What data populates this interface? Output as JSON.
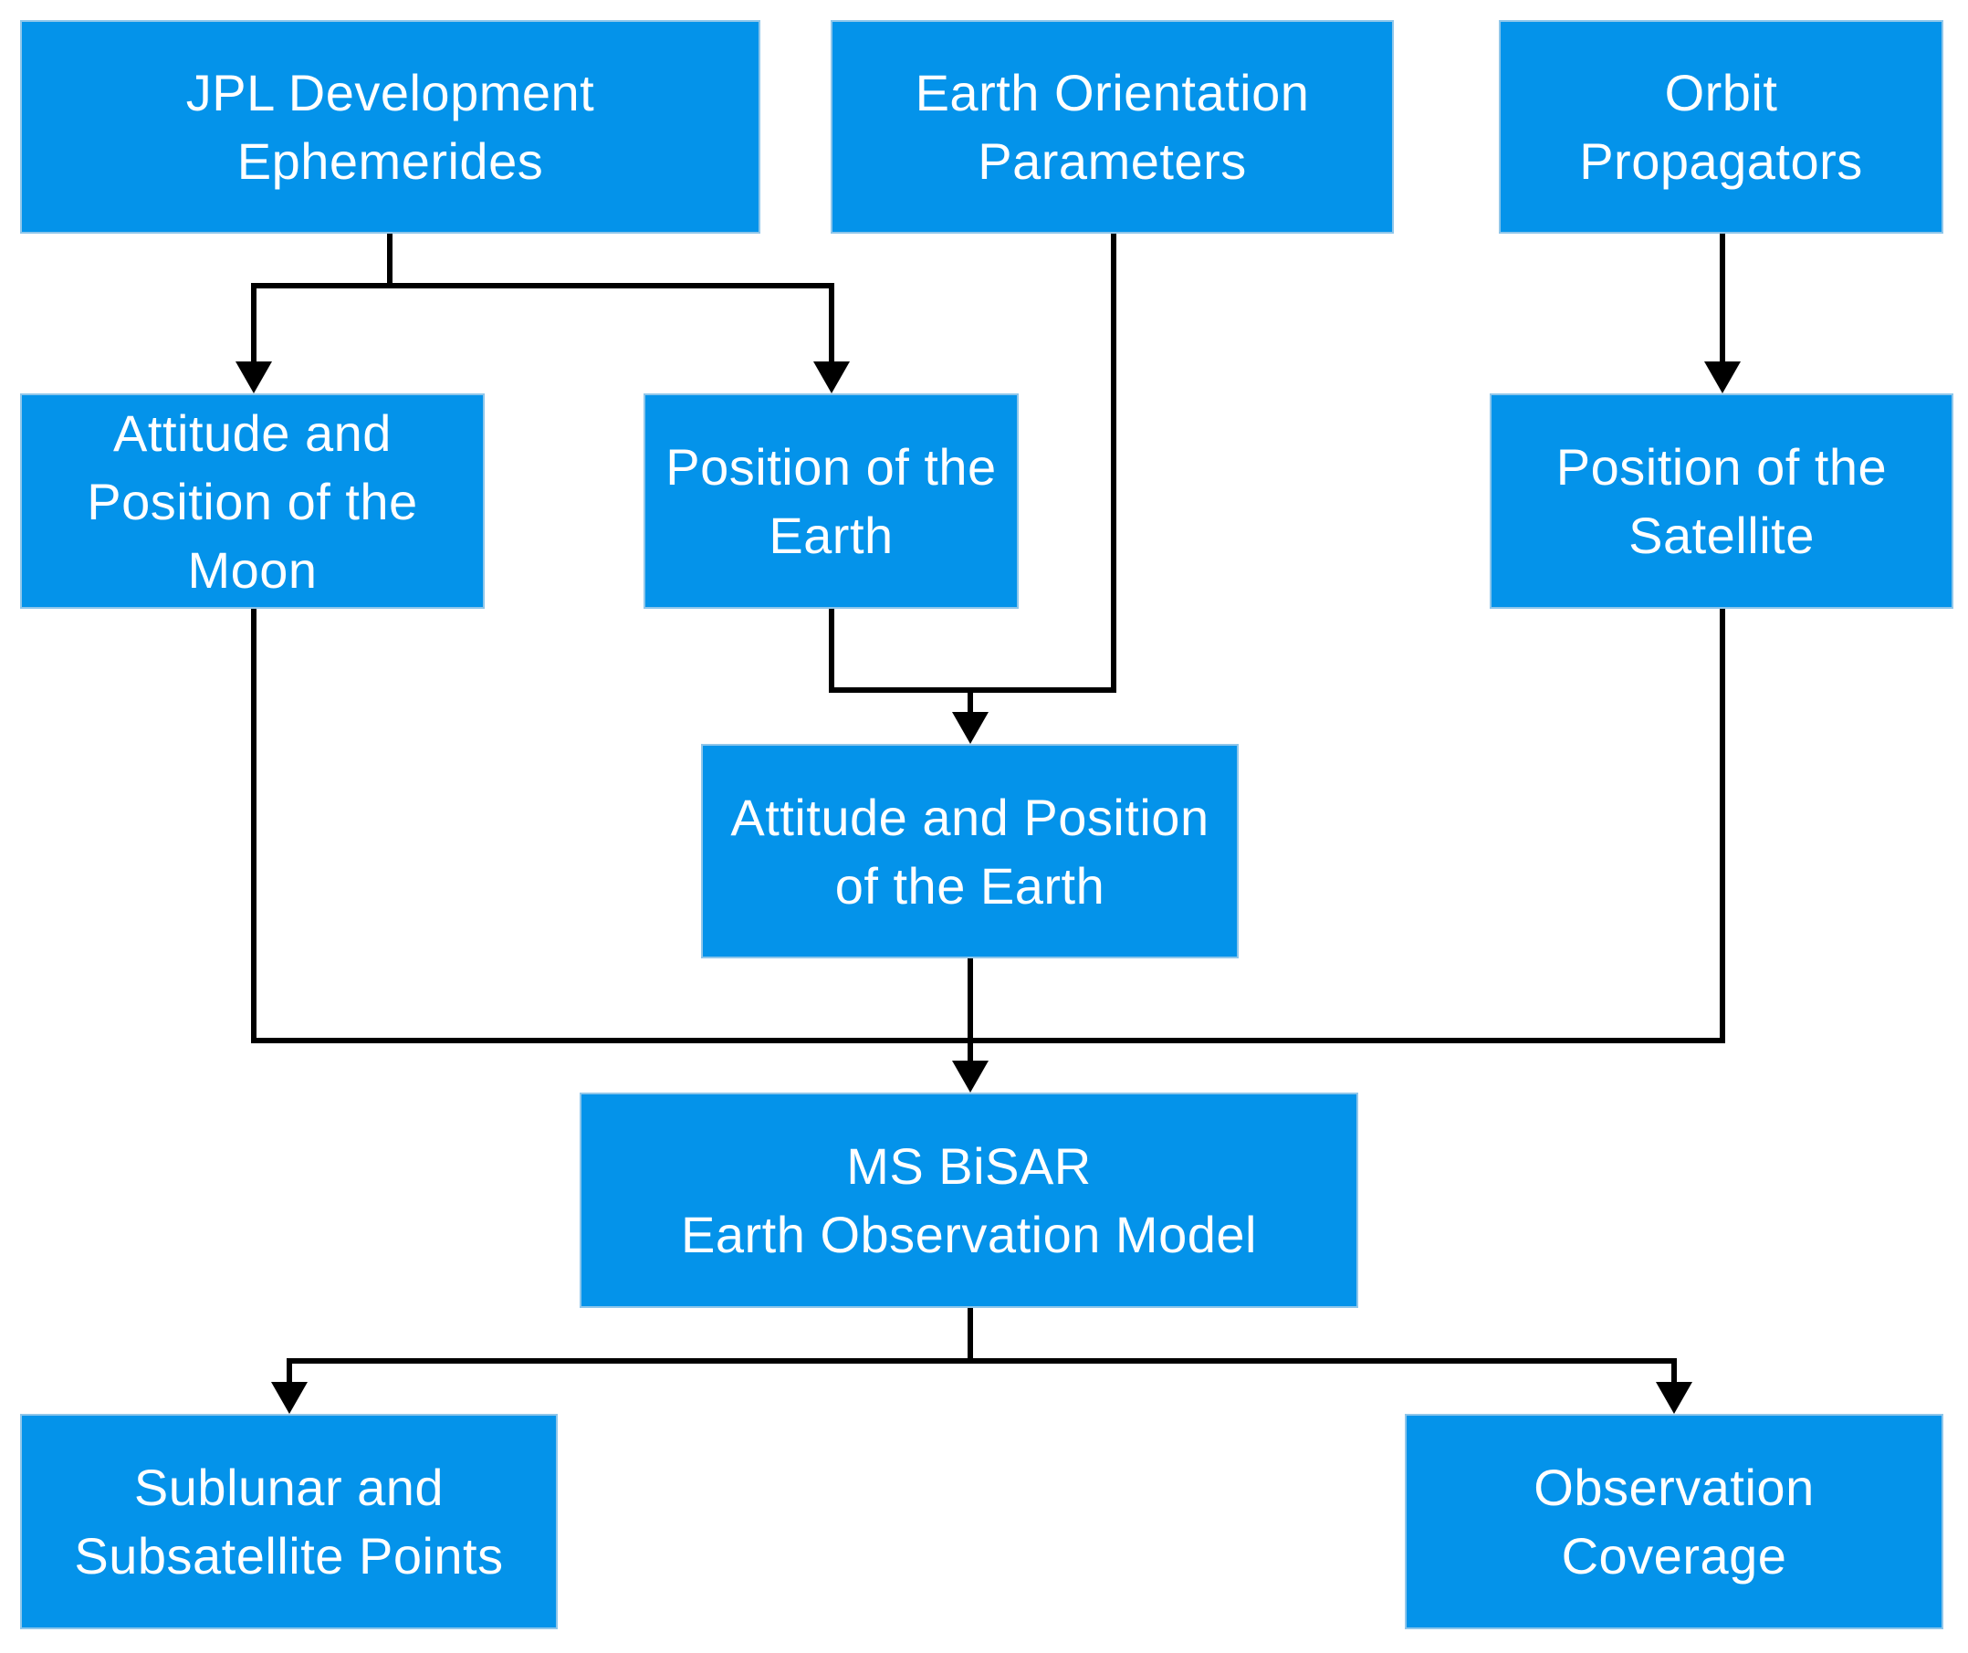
{
  "nodes": {
    "jpl": {
      "lines": [
        "JPL Development",
        "Ephemerides"
      ]
    },
    "eop": {
      "lines": [
        "Earth Orientation",
        "Parameters"
      ]
    },
    "orbit": {
      "lines": [
        "Orbit",
        "Propagators"
      ]
    },
    "moon": {
      "lines": [
        "Attitude and",
        "Position of the",
        "Moon"
      ]
    },
    "pearth": {
      "lines": [
        "Position of the",
        "Earth"
      ]
    },
    "psat": {
      "lines": [
        "Position of the",
        "Satellite"
      ]
    },
    "aearth": {
      "lines": [
        "Attitude and Position",
        "of the Earth"
      ]
    },
    "model": {
      "lines": [
        "MS BiSAR",
        "Earth Observation Model"
      ]
    },
    "sub": {
      "lines": [
        "Sublunar and",
        "Subsatellite Points"
      ]
    },
    "cov": {
      "lines": [
        "Observation",
        "Coverage"
      ]
    }
  },
  "edges": [
    {
      "from": "jpl",
      "to": "moon"
    },
    {
      "from": "jpl",
      "to": "pearth"
    },
    {
      "from": "orbit",
      "to": "psat"
    },
    {
      "from": "pearth",
      "to": "aearth"
    },
    {
      "from": "eop",
      "to": "aearth"
    },
    {
      "from": "moon",
      "to": "model"
    },
    {
      "from": "aearth",
      "to": "model"
    },
    {
      "from": "psat",
      "to": "model"
    },
    {
      "from": "model",
      "to": "sub"
    },
    {
      "from": "model",
      "to": "cov"
    }
  ],
  "colors": {
    "box_fill": "#0493ea",
    "box_border": "#8fc6ea",
    "box_text": "#ffffff",
    "connector": "#000000"
  }
}
